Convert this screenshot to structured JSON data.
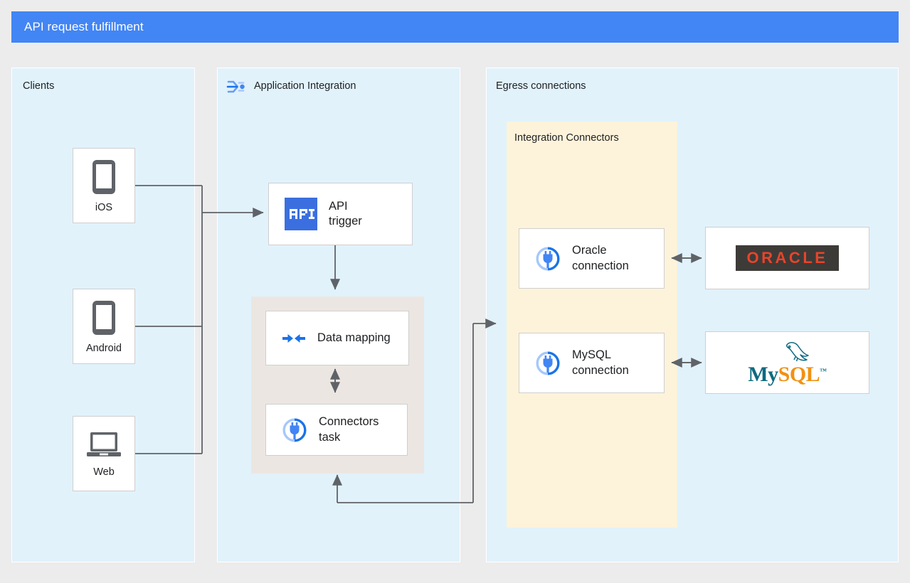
{
  "header": {
    "title": "API request fulfillment",
    "accent": "#4285f4"
  },
  "panels": [
    {
      "id": "clients",
      "label": "Clients",
      "icon": null
    },
    {
      "id": "appint",
      "label": "Application Integration",
      "icon": "application-integration-icon"
    },
    {
      "id": "egress",
      "label": "Egress connections",
      "icon": null
    }
  ],
  "subpanel": {
    "label": "Integration Connectors",
    "color": "#fdf3da"
  },
  "clients": [
    {
      "label": "iOS",
      "icon": "phone-icon"
    },
    {
      "label": "Android",
      "icon": "phone-icon"
    },
    {
      "label": "Web",
      "icon": "laptop-icon"
    }
  ],
  "integration_nodes": [
    {
      "id": "api-trigger",
      "label": "API\ntrigger",
      "icon": "api-icon"
    },
    {
      "id": "data-mapping",
      "label": "Data mapping",
      "icon": "data-mapping-icon"
    },
    {
      "id": "connectors-task",
      "label": "Connectors\ntask",
      "icon": "connector-plug-icon"
    }
  ],
  "connections": [
    {
      "id": "oracle-connection",
      "label": "Oracle\nconnection",
      "icon": "connector-plug-icon"
    },
    {
      "id": "mysql-connection",
      "label": "MySQL\nconnection",
      "icon": "connector-plug-icon"
    }
  ],
  "backends": [
    {
      "id": "oracle-logo",
      "name": "ORACLE",
      "icon": "oracle-logo",
      "text_color": "#e8442a",
      "plate_color": "#3d3b38"
    },
    {
      "id": "mysql-logo",
      "name": "MySQL",
      "icon": "mysql-logo",
      "part1": "My",
      "part2": "SQL",
      "tm": "™",
      "color1": "#0f6a80",
      "color2": "#f29111"
    }
  ],
  "colors": {
    "canvas": "#ececec",
    "panel": "#e1f2fb",
    "band": "#ece6e2",
    "wire": "#5f6368",
    "blue": "#1a73e8",
    "icon_gray": "#5f6368"
  }
}
